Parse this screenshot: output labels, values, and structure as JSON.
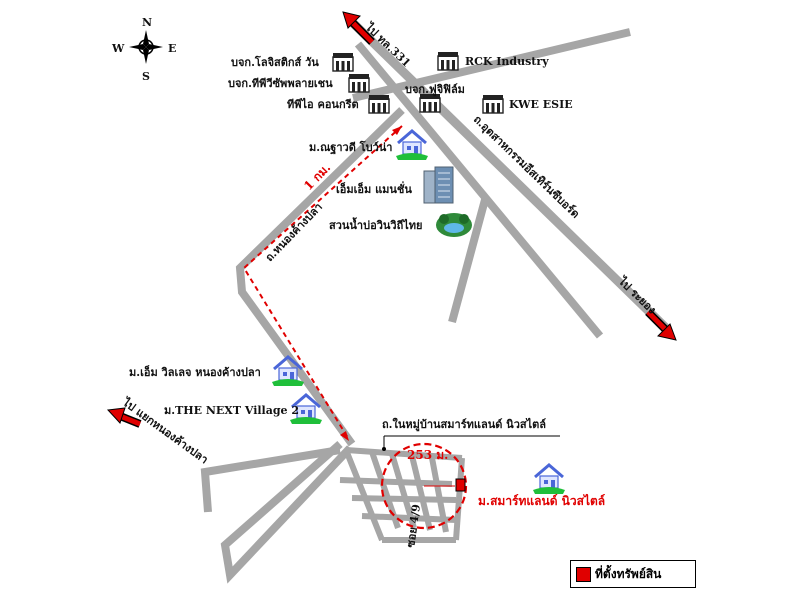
{
  "compass": {
    "n": "N",
    "s": "S",
    "e": "E",
    "w": "W"
  },
  "roads": {
    "to_331": "ไป ทล.331",
    "to_rayong": "ไป ระยอง",
    "to_nongkangpla": "ไป แยกหนองค้างปลา",
    "utsahakam": "ถ.อุตสาหกรรมอีสเทิร์นซีบอร์ด",
    "nongkangpla_road": "ถ.หนองค้างปลา",
    "soi": "ซอย 4/9",
    "village_road": "ถ.ในหมู่บ้านสมาร์ทแลนด์ นิวสไตล์"
  },
  "distances": {
    "one_km": "1 กม.",
    "radius": "253 ม."
  },
  "places": {
    "logistic": "บจก.โลจิสติกส์ วัน",
    "tipiv": "บจก.ทีพีวีซัพพลายเชน",
    "tpi": "ทีพีไอ คอนกรีต",
    "rck": "RCK Industry",
    "fuji": "บจก.ฟูจิฟิล์ม",
    "kwe": "KWE ESIE",
    "chulavee": "ม.ณฐาวดี โบว์น่า",
    "mm_mansion": "เอ็มเอ็ม แมนชั่น",
    "water_park": "สวนน้ำบ่อวินวิถีไทย",
    "m_village": "ม.เอ็ม วิลเลจ หนองค้างปลา",
    "next_village": "ม.THE NEXT Village 2",
    "smartland": "ม.สมาร์ทแลนด์ นิวสไตล์"
  },
  "legend": {
    "label": "ที่ตั้งทรัพย์สิน",
    "color": "#e00000"
  },
  "colors": {
    "road": "#a6a6a6",
    "route": "#e00000",
    "highlight": "#e00000"
  },
  "icons": {
    "factory": "factory-icon",
    "house": "house-icon",
    "building": "building-icon",
    "park": "park-icon"
  }
}
